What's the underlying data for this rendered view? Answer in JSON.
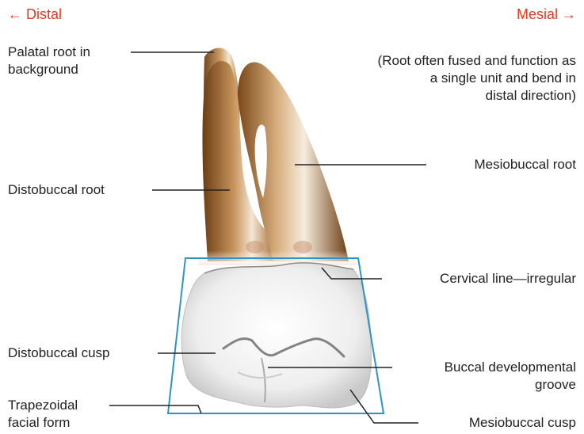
{
  "orientation": {
    "left": "← Distal",
    "right": "Mesial →"
  },
  "labels": {
    "palatal_root": [
      "Palatal root in",
      "background"
    ],
    "note": [
      "(Root often fused and function as",
      "a single unit and bend in",
      "distal direction)"
    ],
    "mesiobuccal_root": "Mesiobuccal root",
    "distobuccal_root": "Distobuccal root",
    "cervical_line": "Cervical line—irregular",
    "distobuccal_cusp": "Distobuccal cusp",
    "buccal_groove": [
      "Buccal developmental",
      "groove"
    ],
    "trapezoidal": [
      "Trapezoidal",
      "facial form"
    ],
    "mesiobuccal_cusp": "Mesiobuccal cusp"
  },
  "colors": {
    "orientation_text": "#e8361e",
    "trapezoid_outline": "#2f93c9",
    "root_dark": "#6b3d13",
    "root_light": "#f3e6d2"
  }
}
